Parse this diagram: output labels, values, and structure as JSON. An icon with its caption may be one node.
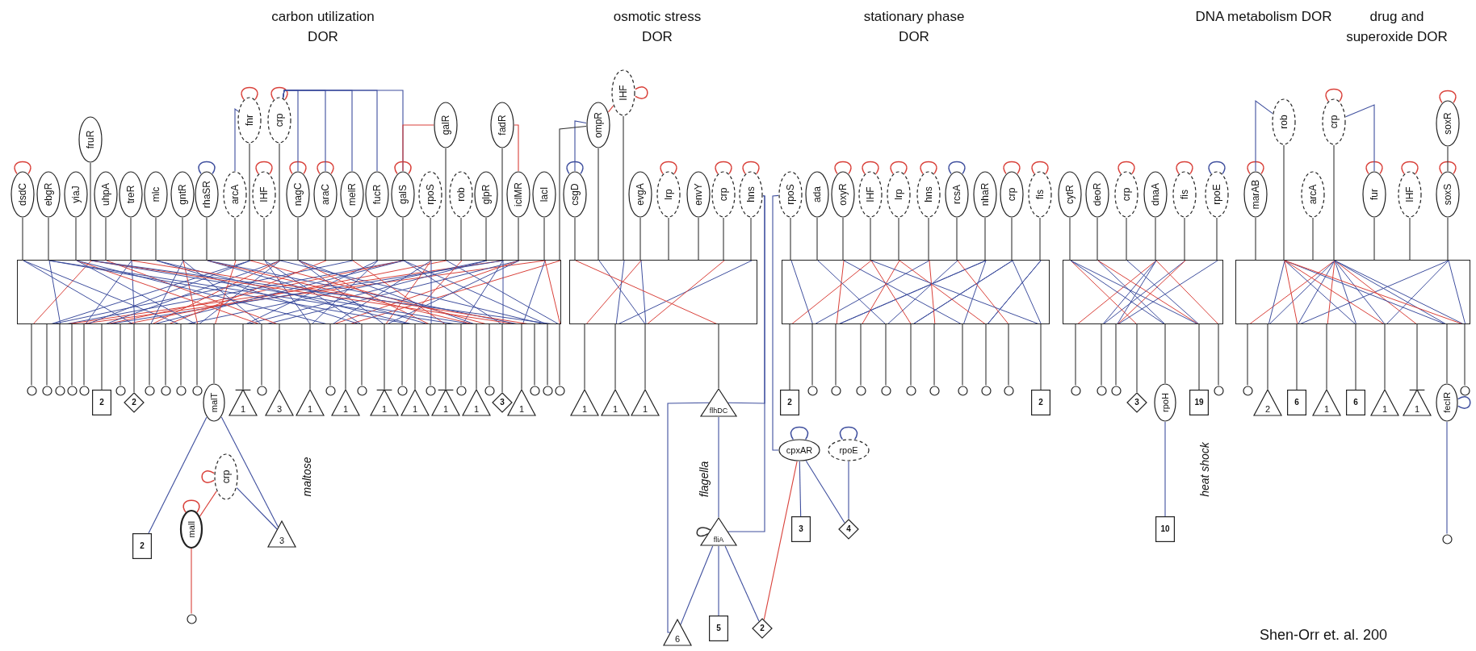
{
  "diagram": {
    "nodes": [
      {
        "text": [
          "dsdC"
        ]
      },
      {
        "text": [
          "ebgR"
        ]
      },
      {
        "text": [
          "yiaJ"
        ]
      },
      {
        "text": [
          "fruR"
        ]
      },
      {
        "text": [
          "uhpA"
        ]
      },
      {
        "text": [
          "treR"
        ]
      },
      {
        "text": [
          "mlc"
        ]
      },
      {
        "text": [
          "gntR"
        ]
      },
      {
        "text": [
          "rhaSR"
        ]
      },
      {
        "text": [
          "arcA"
        ]
      },
      {
        "text": [
          "fnr"
        ]
      },
      {
        "text": [
          "IHF"
        ]
      },
      {
        "text": [
          "crp"
        ]
      },
      {
        "text": [
          "nagC"
        ]
      },
      {
        "text": [
          "araC"
        ]
      },
      {
        "text": [
          "melR"
        ]
      },
      {
        "text": [
          "fucR"
        ]
      },
      {
        "text": [
          "galS"
        ]
      },
      {
        "text": [
          "rpoS"
        ]
      },
      {
        "text": [
          "galR"
        ]
      },
      {
        "text": [
          "rob"
        ]
      },
      {
        "text": [
          "glpR"
        ]
      },
      {
        "text": [
          "fadR"
        ]
      },
      {
        "text": [
          "iclMR"
        ]
      },
      {
        "text": [
          "lacI"
        ]
      },
      {
        "text": [],
        "shape": "box"
      },
      {
        "text": [],
        "shape": "circle"
      },
      {
        "text": [],
        "shape": "circle"
      },
      {
        "text": [],
        "shape": "circle"
      },
      {
        "text": [],
        "shape": "circle"
      },
      {
        "text": [],
        "shape": "circle"
      },
      {
        "text": [
          "2"
        ]
      },
      {
        "text": [],
        "shape": "circle"
      },
      {
        "text": [
          "2"
        ]
      },
      {
        "text": [],
        "shape": "circle"
      },
      {
        "text": [],
        "shape": "circle"
      },
      {
        "text": [],
        "shape": "circle"
      },
      {
        "text": [],
        "shape": "circle"
      },
      {
        "text": [
          "malT"
        ]
      },
      {
        "text": [
          "1"
        ]
      },
      {
        "text": [],
        "shape": "circle"
      },
      {
        "text": [
          "3"
        ]
      },
      {
        "text": [
          "1"
        ]
      },
      {
        "text": [],
        "shape": "circle"
      },
      {
        "text": [
          "1"
        ]
      },
      {
        "text": [],
        "shape": "circle"
      },
      {
        "text": [
          "1"
        ]
      },
      {
        "text": [],
        "shape": "circle"
      },
      {
        "text": [
          "1"
        ]
      },
      {
        "text": [],
        "shape": "circle"
      },
      {
        "text": [
          "1"
        ]
      },
      {
        "text": [],
        "shape": "circle"
      },
      {
        "text": [
          "1"
        ]
      },
      {
        "text": [],
        "shape": "circle"
      },
      {
        "text": [
          "3"
        ]
      },
      {
        "text": [
          "1"
        ]
      },
      {
        "text": [],
        "shape": "circle"
      },
      {
        "text": [],
        "shape": "circle"
      },
      {
        "text": [],
        "shape": "circle"
      },
      {
        "text": [
          "crp"
        ]
      },
      {
        "text": [
          "malI"
        ]
      },
      {
        "text": [
          "2"
        ]
      },
      {
        "text": [
          "3"
        ]
      },
      {
        "text": [],
        "shape": "circle"
      },
      {
        "text": [
          "csgD"
        ]
      },
      {
        "text": [
          "ompR"
        ]
      },
      {
        "text": [
          "IHF"
        ]
      },
      {
        "text": [
          "evgA"
        ]
      },
      {
        "text": [
          "lrp"
        ]
      },
      {
        "text": [
          "envY"
        ]
      },
      {
        "text": [
          "crp"
        ]
      },
      {
        "text": [
          "hns"
        ]
      },
      {
        "text": [],
        "shape": "box"
      },
      {
        "text": [
          "1"
        ]
      },
      {
        "text": [
          "1"
        ]
      },
      {
        "text": [
          "1"
        ]
      },
      {
        "text": [
          "flhDC"
        ]
      },
      {
        "text": [
          "fliA"
        ]
      },
      {
        "text": [
          "6"
        ]
      },
      {
        "text": [
          "5"
        ]
      },
      {
        "text": [
          "2"
        ]
      },
      {
        "text": [
          "rpoS"
        ]
      },
      {
        "text": [
          "ada"
        ]
      },
      {
        "text": [
          "oxyR"
        ]
      },
      {
        "text": [
          "IHF"
        ]
      },
      {
        "text": [
          "lrp"
        ]
      },
      {
        "text": [
          "hns"
        ]
      },
      {
        "text": [
          "rcsA"
        ]
      },
      {
        "text": [
          "nhaR"
        ]
      },
      {
        "text": [
          "crp"
        ]
      },
      {
        "text": [
          "fis"
        ]
      },
      {
        "text": [],
        "shape": "box"
      },
      {
        "text": [
          "2"
        ]
      },
      {
        "text": [],
        "shape": "circle"
      },
      {
        "text": [],
        "shape": "circle"
      },
      {
        "text": [],
        "shape": "circle"
      },
      {
        "text": [],
        "shape": "circle"
      },
      {
        "text": [],
        "shape": "circle"
      },
      {
        "text": [],
        "shape": "circle"
      },
      {
        "text": [],
        "shape": "circle"
      },
      {
        "text": [],
        "shape": "circle"
      },
      {
        "text": [],
        "shape": "circle"
      },
      {
        "text": [
          "2"
        ]
      },
      {
        "text": [
          "cpxAR"
        ]
      },
      {
        "text": [
          "rpoE"
        ]
      },
      {
        "text": [
          "3"
        ]
      },
      {
        "text": [
          "4"
        ]
      },
      {
        "text": [
          "cytR"
        ]
      },
      {
        "text": [
          "deoR"
        ]
      },
      {
        "text": [
          "crp"
        ]
      },
      {
        "text": [
          "dnaA"
        ]
      },
      {
        "text": [
          "fis"
        ]
      },
      {
        "text": [
          "rpoE"
        ]
      },
      {
        "text": [],
        "shape": "box"
      },
      {
        "text": [],
        "shape": "circle"
      },
      {
        "text": [],
        "shape": "circle"
      },
      {
        "text": [],
        "shape": "circle"
      },
      {
        "text": [
          "3"
        ]
      },
      {
        "text": [
          "rpoH"
        ]
      },
      {
        "text": [
          "19"
        ]
      },
      {
        "text": [],
        "shape": "circle"
      },
      {
        "text": [
          "10"
        ]
      },
      {
        "text": [
          "marAB"
        ]
      },
      {
        "text": [
          "rob"
        ]
      },
      {
        "text": [
          "arcA"
        ]
      },
      {
        "text": [
          "crp"
        ]
      },
      {
        "text": [
          "fur"
        ]
      },
      {
        "text": [
          "IHF"
        ]
      },
      {
        "text": [
          "soxR"
        ]
      },
      {
        "text": [
          "soxS"
        ]
      },
      {
        "text": [],
        "shape": "box"
      },
      {
        "text": [],
        "shape": "circle"
      },
      {
        "text": [
          "2"
        ]
      },
      {
        "text": [
          "6"
        ]
      },
      {
        "text": [
          "1"
        ]
      },
      {
        "text": [
          "6"
        ]
      },
      {
        "text": [
          "1"
        ]
      },
      {
        "text": [
          "1"
        ]
      },
      {
        "text": [
          "fecIR"
        ]
      },
      {
        "text": [],
        "shape": "circle"
      },
      {
        "text": [],
        "shape": "circle"
      }
    ],
    "edges": [
      {
        "from": 0,
        "to": 25,
        "arrow": "none"
      },
      {
        "from": 1,
        "to": 25,
        "arrow": "none"
      },
      {
        "from": 2,
        "to": 25,
        "arrow": "none"
      },
      {
        "from": 3,
        "to": 25,
        "arrow": "none"
      },
      {
        "from": 4,
        "to": 25,
        "arrow": "none"
      },
      {
        "from": 5,
        "to": 25,
        "arrow": "none"
      },
      {
        "from": 6,
        "to": 25,
        "arrow": "none"
      },
      {
        "from": 7,
        "to": 25,
        "arrow": "none"
      },
      {
        "from": 8,
        "to": 25,
        "arrow": "none"
      },
      {
        "from": 9,
        "to": 25,
        "arrow": "none"
      },
      {
        "from": 10,
        "to": 25,
        "arrow": "none"
      },
      {
        "from": 11,
        "to": 25,
        "arrow": "none"
      },
      {
        "from": 12,
        "to": 25,
        "arrow": "none"
      },
      {
        "from": 13,
        "to": 25,
        "arrow": "none"
      },
      {
        "from": 14,
        "to": 25,
        "arrow": "none"
      },
      {
        "from": 15,
        "to": 25,
        "arrow": "none"
      },
      {
        "from": 16,
        "to": 25,
        "arrow": "none"
      },
      {
        "from": 17,
        "to": 25,
        "arrow": "none"
      },
      {
        "from": 18,
        "to": 25,
        "arrow": "none"
      },
      {
        "from": 19,
        "to": 25,
        "arrow": "none"
      },
      {
        "from": 20,
        "to": 25,
        "arrow": "none"
      },
      {
        "from": 21,
        "to": 25,
        "arrow": "none"
      },
      {
        "from": 22,
        "to": 25,
        "arrow": "none"
      },
      {
        "from": 23,
        "to": 25,
        "arrow": "none"
      },
      {
        "from": 24,
        "to": 25,
        "arrow": "none"
      },
      {
        "from": 25,
        "to": 26,
        "arrow": "none"
      },
      {
        "from": 25,
        "to": 27,
        "arrow": "none"
      },
      {
        "from": 25,
        "to": 28,
        "arrow": "none"
      },
      {
        "from": 25,
        "to": 29,
        "arrow": "none"
      },
      {
        "from": 25,
        "to": 30,
        "arrow": "none"
      },
      {
        "from": 25,
        "to": 31,
        "arrow": "none"
      },
      {
        "from": 25,
        "to": 32,
        "arrow": "none"
      },
      {
        "from": 25,
        "to": 33,
        "arrow": "none"
      },
      {
        "from": 25,
        "to": 34,
        "arrow": "none"
      },
      {
        "from": 25,
        "to": 35,
        "arrow": "none"
      },
      {
        "from": 25,
        "to": 36,
        "arrow": "none"
      },
      {
        "from": 25,
        "to": 37,
        "arrow": "none"
      },
      {
        "from": 25,
        "to": 38,
        "arrow": "none"
      },
      {
        "from": 25,
        "to": 39,
        "arrow": "none"
      },
      {
        "from": 25,
        "to": 40,
        "arrow": "none"
      },
      {
        "from": 25,
        "to": 41,
        "arrow": "none"
      },
      {
        "from": 25,
        "to": 42,
        "arrow": "none"
      },
      {
        "from": 25,
        "to": 43,
        "arrow": "none"
      },
      {
        "from": 25,
        "to": 44,
        "arrow": "none"
      },
      {
        "from": 25,
        "to": 45,
        "arrow": "none"
      },
      {
        "from": 25,
        "to": 46,
        "arrow": "none"
      },
      {
        "from": 25,
        "to": 47,
        "arrow": "none"
      },
      {
        "from": 25,
        "to": 48,
        "arrow": "none"
      },
      {
        "from": 25,
        "to": 49,
        "arrow": "none"
      },
      {
        "from": 25,
        "to": 50,
        "arrow": "none"
      },
      {
        "from": 25,
        "to": 51,
        "arrow": "none"
      },
      {
        "from": 25,
        "to": 52,
        "arrow": "none"
      },
      {
        "from": 25,
        "to": 53,
        "arrow": "none"
      },
      {
        "from": 25,
        "to": 54,
        "arrow": "none"
      },
      {
        "from": 25,
        "to": 55,
        "arrow": "none"
      },
      {
        "from": 25,
        "to": 56,
        "arrow": "none"
      },
      {
        "from": 25,
        "to": 57,
        "arrow": "none"
      },
      {
        "from": 25,
        "to": 58,
        "arrow": "none"
      },
      {
        "from": 0,
        "to": 0,
        "arrow": "none",
        "color": "#d9413a"
      },
      {
        "from": 8,
        "to": 8,
        "arrow": "none",
        "color": "#3f4f9e"
      },
      {
        "from": 10,
        "to": 10,
        "arrow": "none",
        "color": "#d9413a"
      },
      {
        "from": 11,
        "to": 11,
        "arrow": "none",
        "color": "#d9413a"
      },
      {
        "from": 12,
        "to": 12,
        "arrow": "none",
        "color": "#d9413a"
      },
      {
        "from": 13,
        "to": 13,
        "arrow": "none",
        "color": "#d9413a"
      },
      {
        "from": 14,
        "to": 14,
        "arrow": "none",
        "color": "#d9413a"
      },
      {
        "from": 17,
        "to": 17,
        "arrow": "none",
        "color": "#d9413a"
      },
      {
        "from": 9,
        "to": 10,
        "arrow": "none",
        "color": "#3f4f9e"
      },
      {
        "from": 12,
        "to": 13,
        "arrow": "none",
        "color": "#3f4f9e"
      },
      {
        "from": 12,
        "to": 14,
        "arrow": "none",
        "color": "#3f4f9e"
      },
      {
        "from": 12,
        "to": 15,
        "arrow": "none",
        "color": "#3f4f9e"
      },
      {
        "from": 12,
        "to": 16,
        "arrow": "none",
        "color": "#3f4f9e"
      },
      {
        "from": 12,
        "to": 17,
        "arrow": "none",
        "color": "#3f4f9e"
      },
      {
        "from": 19,
        "to": 17,
        "arrow": "none",
        "color": "#d9413a"
      },
      {
        "from": 22,
        "to": 23,
        "arrow": "none",
        "color": "#d9413a"
      },
      {
        "from": 38,
        "to": 61,
        "arrow": "none",
        "color": "#3f4f9e"
      },
      {
        "from": 38,
        "to": 62,
        "arrow": "none",
        "color": "#3f4f9e"
      },
      {
        "from": 59,
        "to": 62,
        "arrow": "none",
        "color": "#3f4f9e"
      },
      {
        "from": 59,
        "to": 60,
        "arrow": "none",
        "color": "#d9413a"
      },
      {
        "from": 60,
        "to": 63,
        "arrow": "none",
        "color": "#d9413a"
      },
      {
        "from": 59,
        "to": 59,
        "arrow": "none",
        "color": "#d9413a"
      },
      {
        "from": 60,
        "to": 60,
        "arrow": "none",
        "color": "#d9413a"
      },
      {
        "from": 64,
        "to": 72,
        "arrow": "none"
      },
      {
        "from": 65,
        "to": 72,
        "arrow": "none"
      },
      {
        "from": 66,
        "to": 72,
        "arrow": "none"
      },
      {
        "from": 67,
        "to": 72,
        "arrow": "none"
      },
      {
        "from": 68,
        "to": 72,
        "arrow": "none"
      },
      {
        "from": 69,
        "to": 72,
        "arrow": "none"
      },
      {
        "from": 70,
        "to": 72,
        "arrow": "none"
      },
      {
        "from": 71,
        "to": 72,
        "arrow": "none"
      },
      {
        "from": 72,
        "to": 73,
        "arrow": "none"
      },
      {
        "from": 72,
        "to": 74,
        "arrow": "none"
      },
      {
        "from": 72,
        "to": 75,
        "arrow": "none"
      },
      {
        "from": 72,
        "to": 76,
        "arrow": "none"
      },
      {
        "from": 64,
        "to": 64,
        "arrow": "none",
        "color": "#3f4f9e"
      },
      {
        "from": 66,
        "to": 66,
        "arrow": "none",
        "color": "#d9413a"
      },
      {
        "from": 68,
        "to": 68,
        "arrow": "none",
        "color": "#d9413a"
      },
      {
        "from": 70,
        "to": 70,
        "arrow": "none",
        "color": "#d9413a"
      },
      {
        "from": 71,
        "to": 71,
        "arrow": "none",
        "color": "#d9413a"
      },
      {
        "from": 65,
        "to": 64,
        "arrow": "none",
        "color": "#3f4f9e"
      },
      {
        "from": 65,
        "to": 25,
        "arrow": "none"
      },
      {
        "from": 66,
        "to": 65,
        "arrow": "none",
        "color": "#d9413a"
      },
      {
        "from": 71,
        "to": 76,
        "arrow": "none",
        "color": "#3f4f9e"
      },
      {
        "from": 71,
        "to": 77,
        "arrow": "none",
        "color": "#3f4f9e"
      },
      {
        "from": 76,
        "to": 77,
        "arrow": "none",
        "color": "#3f4f9e"
      },
      {
        "from": 76,
        "to": 78,
        "arrow": "none",
        "color": "#3f4f9e"
      },
      {
        "from": 77,
        "to": 78,
        "arrow": "none",
        "color": "#3f4f9e"
      },
      {
        "from": 77,
        "to": 79,
        "arrow": "none",
        "color": "#3f4f9e"
      },
      {
        "from": 77,
        "to": 80,
        "arrow": "none",
        "color": "#3f4f9e"
      },
      {
        "from": 77,
        "to": 77,
        "arrow": "none"
      },
      {
        "from": 103,
        "to": 80,
        "arrow": "none",
        "color": "#d9413a"
      },
      {
        "from": 81,
        "to": 91,
        "arrow": "none"
      },
      {
        "from": 82,
        "to": 91,
        "arrow": "none"
      },
      {
        "from": 83,
        "to": 91,
        "arrow": "none"
      },
      {
        "from": 84,
        "to": 91,
        "arrow": "none"
      },
      {
        "from": 85,
        "to": 91,
        "arrow": "none"
      },
      {
        "from": 86,
        "to": 91,
        "arrow": "none"
      },
      {
        "from": 87,
        "to": 91,
        "arrow": "none"
      },
      {
        "from": 88,
        "to": 91,
        "arrow": "none"
      },
      {
        "from": 89,
        "to": 91,
        "arrow": "none"
      },
      {
        "from": 90,
        "to": 91,
        "arrow": "none"
      },
      {
        "from": 91,
        "to": 92,
        "arrow": "none"
      },
      {
        "from": 91,
        "to": 93,
        "arrow": "none"
      },
      {
        "from": 91,
        "to": 94,
        "arrow": "none"
      },
      {
        "from": 91,
        "to": 95,
        "arrow": "none"
      },
      {
        "from": 91,
        "to": 96,
        "arrow": "none"
      },
      {
        "from": 91,
        "to": 97,
        "arrow": "none"
      },
      {
        "from": 91,
        "to": 98,
        "arrow": "none"
      },
      {
        "from": 91,
        "to": 99,
        "arrow": "none"
      },
      {
        "from": 91,
        "to": 100,
        "arrow": "none"
      },
      {
        "from": 91,
        "to": 101,
        "arrow": "none"
      },
      {
        "from": 91,
        "to": 102,
        "arrow": "none"
      },
      {
        "from": 83,
        "to": 83,
        "arrow": "none",
        "color": "#d9413a"
      },
      {
        "from": 84,
        "to": 84,
        "arrow": "none",
        "color": "#d9413a"
      },
      {
        "from": 85,
        "to": 85,
        "arrow": "none",
        "color": "#d9413a"
      },
      {
        "from": 86,
        "to": 86,
        "arrow": "none",
        "color": "#d9413a"
      },
      {
        "from": 87,
        "to": 87,
        "arrow": "none",
        "color": "#3f4f9e"
      },
      {
        "from": 89,
        "to": 89,
        "arrow": "none",
        "color": "#d9413a"
      },
      {
        "from": 90,
        "to": 90,
        "arrow": "none",
        "color": "#d9413a"
      },
      {
        "from": 81,
        "to": 103,
        "arrow": "none",
        "color": "#3f4f9e"
      },
      {
        "from": 103,
        "to": 103,
        "arrow": "none",
        "color": "#3f4f9e"
      },
      {
        "from": 104,
        "to": 104,
        "arrow": "none",
        "color": "#3f4f9e"
      },
      {
        "from": 103,
        "to": 105,
        "arrow": "none",
        "color": "#3f4f9e"
      },
      {
        "from": 103,
        "to": 106,
        "arrow": "none",
        "color": "#3f4f9e"
      },
      {
        "from": 104,
        "to": 106,
        "arrow": "none",
        "color": "#3f4f9e"
      },
      {
        "from": 107,
        "to": 113,
        "arrow": "none"
      },
      {
        "from": 108,
        "to": 113,
        "arrow": "none"
      },
      {
        "from": 109,
        "to": 113,
        "arrow": "none"
      },
      {
        "from": 110,
        "to": 113,
        "arrow": "none"
      },
      {
        "from": 111,
        "to": 113,
        "arrow": "none"
      },
      {
        "from": 112,
        "to": 113,
        "arrow": "none"
      },
      {
        "from": 113,
        "to": 114,
        "arrow": "none"
      },
      {
        "from": 113,
        "to": 115,
        "arrow": "none"
      },
      {
        "from": 113,
        "to": 116,
        "arrow": "none"
      },
      {
        "from": 113,
        "to": 117,
        "arrow": "none"
      },
      {
        "from": 113,
        "to": 118,
        "arrow": "none"
      },
      {
        "from": 113,
        "to": 119,
        "arrow": "none"
      },
      {
        "from": 113,
        "to": 120,
        "arrow": "none"
      },
      {
        "from": 118,
        "to": 121,
        "arrow": "none",
        "color": "#3f4f9e"
      },
      {
        "from": 109,
        "to": 109,
        "arrow": "none",
        "color": "#d9413a"
      },
      {
        "from": 111,
        "to": 111,
        "arrow": "none",
        "color": "#d9413a"
      },
      {
        "from": 112,
        "to": 112,
        "arrow": "none",
        "color": "#3f4f9e"
      },
      {
        "from": 122,
        "to": 130,
        "arrow": "none"
      },
      {
        "from": 123,
        "to": 130,
        "arrow": "none"
      },
      {
        "from": 124,
        "to": 130,
        "arrow": "none"
      },
      {
        "from": 125,
        "to": 130,
        "arrow": "none"
      },
      {
        "from": 126,
        "to": 130,
        "arrow": "none"
      },
      {
        "from": 127,
        "to": 130,
        "arrow": "none"
      },
      {
        "from": 129,
        "to": 130,
        "arrow": "none"
      },
      {
        "from": 130,
        "to": 131,
        "arrow": "none"
      },
      {
        "from": 130,
        "to": 132,
        "arrow": "none"
      },
      {
        "from": 130,
        "to": 133,
        "arrow": "none"
      },
      {
        "from": 130,
        "to": 134,
        "arrow": "none"
      },
      {
        "from": 130,
        "to": 135,
        "arrow": "none"
      },
      {
        "from": 130,
        "to": 136,
        "arrow": "none"
      },
      {
        "from": 130,
        "to": 137,
        "arrow": "none"
      },
      {
        "from": 130,
        "to": 138,
        "arrow": "none"
      },
      {
        "from": 130,
        "to": 139,
        "arrow": "none"
      },
      {
        "from": 138,
        "to": 140,
        "arrow": "none",
        "color": "#3f4f9e"
      },
      {
        "from": 122,
        "to": 122,
        "arrow": "none",
        "color": "#d9413a"
      },
      {
        "from": 125,
        "to": 125,
        "arrow": "none",
        "color": "#d9413a"
      },
      {
        "from": 126,
        "to": 126,
        "arrow": "none",
        "color": "#d9413a"
      },
      {
        "from": 127,
        "to": 127,
        "arrow": "none",
        "color": "#d9413a"
      },
      {
        "from": 128,
        "to": 128,
        "arrow": "none",
        "color": "#d9413a"
      },
      {
        "from": 129,
        "to": 129,
        "arrow": "none",
        "color": "#d9413a"
      },
      {
        "from": 138,
        "to": 138,
        "arrow": "none",
        "color": "#3f4f9e"
      },
      {
        "from": 123,
        "to": 122,
        "arrow": "none",
        "color": "#3f4f9e"
      },
      {
        "from": 125,
        "to": 126,
        "arrow": "none",
        "color": "#3f4f9e"
      },
      {
        "from": 128,
        "to": 129,
        "arrow": "none"
      }
    ],
    "labels": [
      "carbon utilization DOR",
      "osmotic stress DOR",
      "stationary phase DOR",
      "DNA metabolism DOR",
      "drug and superoxide DOR",
      "maltose",
      "flagella",
      "heat shock",
      "Shen-Orr et. al. 200"
    ]
  }
}
